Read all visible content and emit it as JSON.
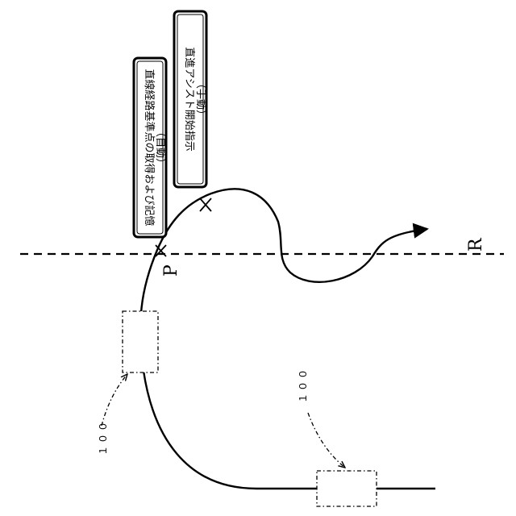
{
  "boxes": [
    {
      "line1": "直線経路基準点の取得および記憶",
      "line2": "（自動）"
    },
    {
      "line1": "直進アシスト開始指示",
      "line2": "（手動）"
    }
  ],
  "references": [
    "１００",
    "１００"
  ],
  "points": {
    "p": "P",
    "r": "R"
  }
}
